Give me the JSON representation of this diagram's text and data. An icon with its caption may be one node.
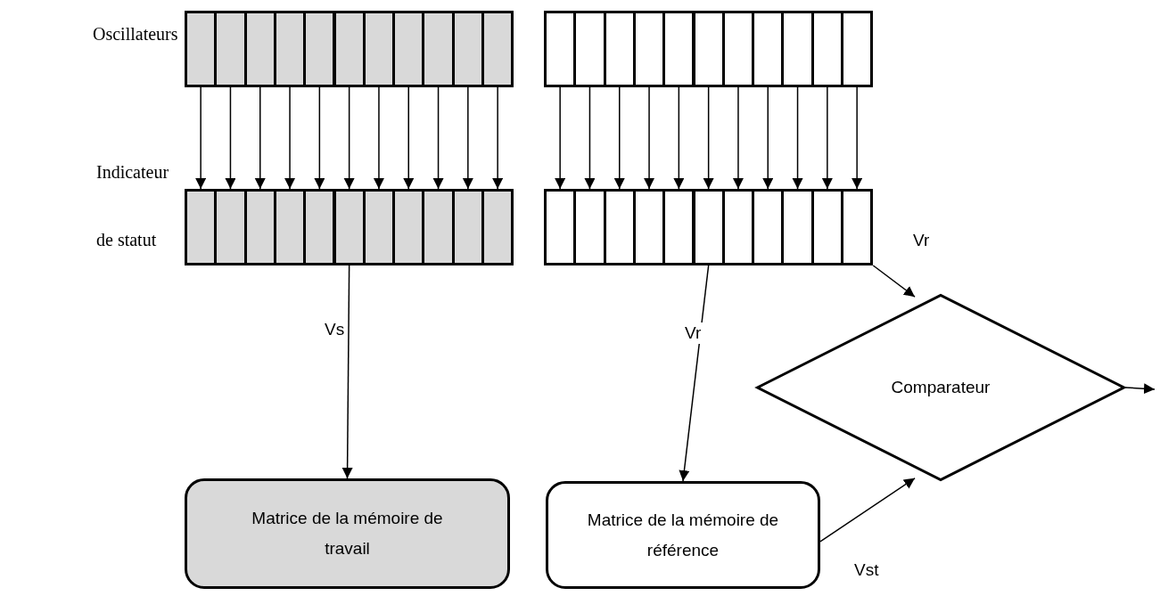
{
  "diagram": {
    "nodes": [
      {
        "text": [],
        "shape": "box"
      },
      {
        "text": [],
        "shape": "box"
      },
      {
        "text": [],
        "shape": "box"
      },
      {
        "text": [],
        "shape": "box"
      },
      {
        "text": [],
        "shape": "box"
      },
      {
        "text": [],
        "shape": "box"
      },
      {
        "text": [],
        "shape": "box"
      },
      {
        "text": [],
        "shape": "box"
      },
      {
        "text": [],
        "shape": "box"
      },
      {
        "text": [],
        "shape": "box"
      },
      {
        "text": [],
        "shape": "box"
      },
      {
        "text": [],
        "shape": "box"
      },
      {
        "text": [],
        "shape": "box"
      },
      {
        "text": [],
        "shape": "box"
      },
      {
        "text": [],
        "shape": "box"
      },
      {
        "text": [],
        "shape": "box"
      },
      {
        "text": [],
        "shape": "box"
      },
      {
        "text": [],
        "shape": "box"
      },
      {
        "text": [],
        "shape": "box"
      },
      {
        "text": [],
        "shape": "box"
      },
      {
        "text": [],
        "shape": "box"
      },
      {
        "text": [],
        "shape": "box"
      },
      {
        "text": [],
        "shape": "box"
      },
      {
        "text": [],
        "shape": "box"
      },
      {
        "text": [],
        "shape": "box"
      },
      {
        "text": [],
        "shape": "box"
      },
      {
        "text": [],
        "shape": "box"
      },
      {
        "text": [],
        "shape": "box"
      },
      {
        "text": [],
        "shape": "box"
      },
      {
        "text": [],
        "shape": "box"
      },
      {
        "text": [],
        "shape": "box"
      },
      {
        "text": [],
        "shape": "box"
      },
      {
        "text": [],
        "shape": "box"
      },
      {
        "text": [],
        "shape": "box"
      },
      {
        "text": [],
        "shape": "box"
      },
      {
        "text": [],
        "shape": "box"
      },
      {
        "text": [],
        "shape": "box"
      },
      {
        "text": [],
        "shape": "box"
      },
      {
        "text": [],
        "shape": "box"
      },
      {
        "text": [],
        "shape": "box"
      },
      {
        "text": [],
        "shape": "box"
      },
      {
        "text": [],
        "shape": "box"
      },
      {
        "text": [],
        "shape": "box"
      },
      {
        "text": [],
        "shape": "box"
      },
      {
        "text": [
          "Comparateur"
        ]
      },
      {
        "text": [
          "Matrice de la mémoire de travail"
        ]
      },
      {
        "text": [
          "Matrice de la mémoire de référence"
        ]
      }
    ],
    "edges": [
      {
        "from": 0,
        "to": 22,
        "arrow": "to"
      },
      {
        "from": 1,
        "to": 23,
        "arrow": "to"
      },
      {
        "from": 2,
        "to": 24,
        "arrow": "to"
      },
      {
        "from": 3,
        "to": 25,
        "arrow": "to"
      },
      {
        "from": 4,
        "to": 26,
        "arrow": "to"
      },
      {
        "from": 5,
        "to": 27,
        "arrow": "to"
      },
      {
        "from": 6,
        "to": 28,
        "arrow": "to"
      },
      {
        "from": 7,
        "to": 29,
        "arrow": "to"
      },
      {
        "from": 8,
        "to": 30,
        "arrow": "to"
      },
      {
        "from": 9,
        "to": 31,
        "arrow": "to"
      },
      {
        "from": 10,
        "to": 32,
        "arrow": "to"
      },
      {
        "from": 11,
        "to": 33,
        "arrow": "to"
      },
      {
        "from": 12,
        "to": 34,
        "arrow": "to"
      },
      {
        "from": 13,
        "to": 35,
        "arrow": "to"
      },
      {
        "from": 14,
        "to": 36,
        "arrow": "to"
      },
      {
        "from": 15,
        "to": 37,
        "arrow": "to"
      },
      {
        "from": 16,
        "to": 38,
        "arrow": "to"
      },
      {
        "from": 17,
        "to": 39,
        "arrow": "to"
      },
      {
        "from": 18,
        "to": 40,
        "arrow": "to"
      },
      {
        "from": 19,
        "to": 41,
        "arrow": "to"
      },
      {
        "from": 20,
        "to": 42,
        "arrow": "to"
      },
      {
        "from": 21,
        "to": 43,
        "arrow": "to"
      },
      {
        "from": 27,
        "to": 45,
        "label": "Vs",
        "arrow": "to"
      },
      {
        "from": 38,
        "to": 46,
        "label": "Vr",
        "arrow": "to"
      },
      {
        "from": 43,
        "to": 44,
        "label": "Vr",
        "arrow": "to"
      },
      {
        "from": 46,
        "to": 44,
        "label": "Vst",
        "arrow": "to"
      },
      {
        "from": 44,
        "to": null,
        "arrow": "to"
      }
    ],
    "labels": [
      "Oscillateurs",
      "Indicateur de statut"
    ]
  }
}
